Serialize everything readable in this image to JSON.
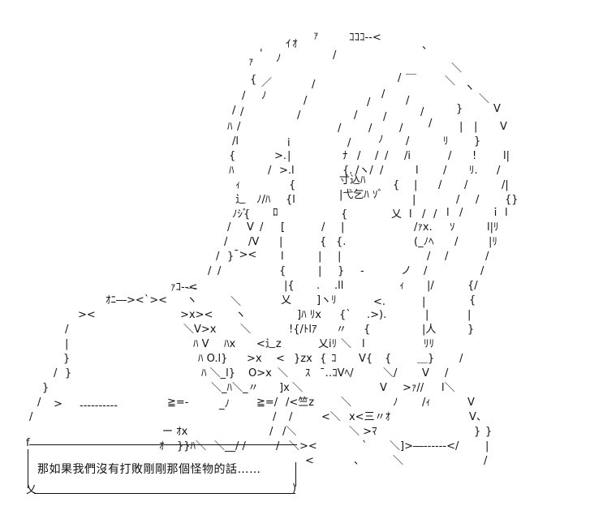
{
  "dialogue": {
    "text": "那如果我們沒有打敗剛剛那個怪物的話……",
    "corner_top_left": "f",
    "corner_bottom_left": "乂",
    "corner_bottom_right": ")"
  },
  "art": {
    "glyphs": [
      "ｧ",
      "ｺ",
      "ｺ",
      "ｺ",
      "-",
      "-",
      "<",
      "ｵ",
      "ｧ",
      "ﾐ",
      "＿",
      "ﾘ",
      "ﾘ",
      "ﾑ",
      "ﾊ",
      "ﾘ",
      "ﾘ",
      "ｨ",
      "ﾉ",
      "ｭ",
      "ｼ",
      "寸",
      "込",
      "弋",
      "乞",
      "ﾊ",
      "ｿﾞ",
      "乂",
      "ｧ",
      "ﾊ",
      "ｨ",
      "ｪ",
      "ｭ",
      "乂",
      "ｽ",
      "ﾘ",
      "ﾙ",
      "ﾘ",
      "ｱ",
      "ｨ",
      "ﾘ",
      "ﾘ",
      "ﾆ",
      "ｵ",
      "ｰ",
      "ｧ",
      "ｺ",
      "乂",
      "z",
      "ｺ",
      "ﾍ",
      "ﾊ",
      "込",
      "ﾂ",
      "ﾝ",
      "ｵ",
      "三",
      "ﾏ",
      "≧",
      "竺",
      "ﾌ",
      "ｲ",
      "ﾒ"
    ]
  }
}
